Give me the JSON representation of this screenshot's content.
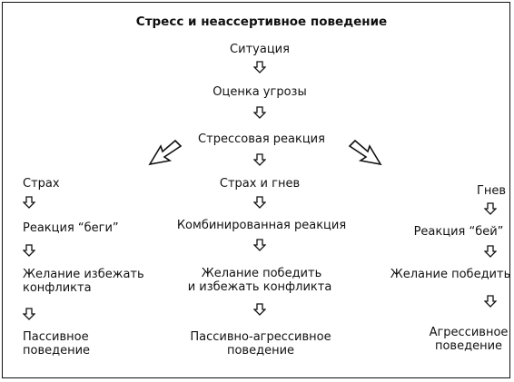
{
  "title": "Стресс и неассертивное поведение",
  "center": {
    "situation": "Ситуация",
    "threat": "Оценка угрозы",
    "stress_reaction": "Стрессовая реакция",
    "fear_anger": "Страх и гнев",
    "combined": "Комбинированная реакция",
    "desire_line1": "Желание победить",
    "desire_line2": "и избежать конфликта",
    "outcome_line1": "Пассивно-агрессивное",
    "outcome_line2": "поведение"
  },
  "left": {
    "fear": "Страх",
    "flight": "Реакция “беги”",
    "desire_line1": "Желание избежать",
    "desire_line2": "конфликта",
    "outcome_line1": "Пассивное",
    "outcome_line2": "поведение"
  },
  "right": {
    "anger": "Гнев",
    "fight": "Реакция “бей”",
    "desire": "Желание победить",
    "outcome_line1": "Агрессивное",
    "outcome_line2": "поведение"
  },
  "colors": {
    "stroke": "#111111",
    "background": "#ffffff"
  },
  "icons": {
    "small_arrow": "hollow-down-arrow-icon",
    "diagonal_arrow": "hollow-diagonal-arrow-icon"
  }
}
